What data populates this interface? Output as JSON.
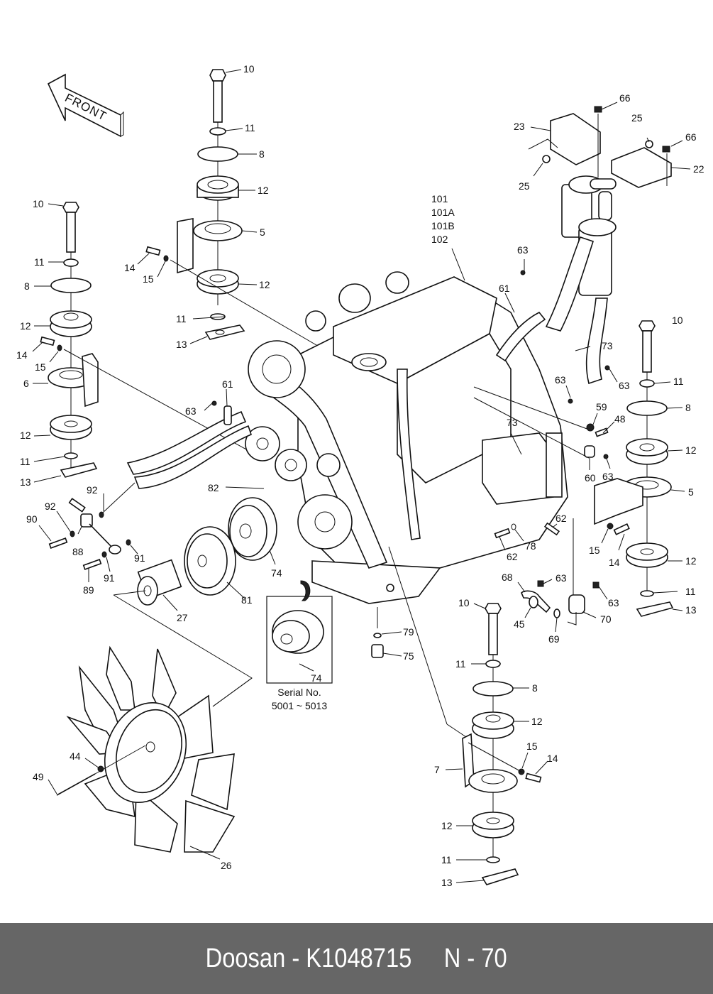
{
  "diagram": {
    "direction_label": "FRONT",
    "inset": {
      "part_number": "74",
      "caption_line1": "Serial No.",
      "caption_line2": "5001 ~ 5013"
    },
    "engine_group_labels": [
      "101",
      "101A",
      "101B",
      "102"
    ],
    "callouts": {
      "top_mount": {
        "bolt": "10",
        "washer_top": "11",
        "plate": "8",
        "rubber_top": "12",
        "bracket": "5",
        "rubber_bottom": "12",
        "washer_bottom": "11",
        "nut_plate": "13",
        "bolt_side": "14",
        "washer_side": "15"
      },
      "left_mount": {
        "bolt": "10",
        "washer_top": "11",
        "plate": "8",
        "rubber_top": "12",
        "bolt_side": "14",
        "washer_side": "15",
        "bracket": "6",
        "rubber_bottom": "12",
        "washer_bottom": "11",
        "nut_plate": "13"
      },
      "fuel_filter": {
        "bracket_left": "23",
        "bolt_top_left": "66",
        "screw_right": "25",
        "bolt_top_right": "66",
        "bracket_right": "22",
        "screw_left": "25"
      },
      "hoses": {
        "bolt_upper": "63",
        "clamp_upper": "61",
        "clamp_left": "61",
        "bolt_left": "63",
        "belt": "82"
      },
      "right_mount": {
        "bolt": "10",
        "washer_top": "11",
        "plate": "8",
        "rubber_top": "12",
        "bracket": "5",
        "washer_side": "15",
        "bolt_side": "14",
        "rubber_bottom": "12",
        "washer_bottom": "11",
        "nut_plate": "13"
      },
      "right_fittings": {
        "clamp_a": "73",
        "bolt_a": "63",
        "bolt_b": "63",
        "nut": "59",
        "bolt_c": "48",
        "clamp_b": "73",
        "sleeve": "60",
        "bolt_d": "63",
        "connector_a": "62",
        "connector_b": "62",
        "oring": "78"
      },
      "drain": {
        "valve": "68",
        "bolt": "63",
        "fitting": "45",
        "oring": "69",
        "bracket": "70",
        "bolt2": "63",
        "gasket": "79",
        "plug": "75"
      },
      "tensioner": {
        "washer_a": "92",
        "washer_b": "92",
        "bolt_a": "90",
        "arm": "88",
        "washer_c": "91",
        "washer_d": "91",
        "bolt_b": "89"
      },
      "pulleys": {
        "spacer": "27",
        "pulley_fan": "81",
        "pulley_water": "74"
      },
      "bottom_mount": {
        "bolt": "10",
        "washer_top": "11",
        "plate": "8",
        "rubber_top": "12",
        "washer_side": "15",
        "bolt_side": "14",
        "bracket": "7",
        "rubber_bottom": "12",
        "washer_bottom": "11",
        "nut_plate": "13"
      },
      "fan": {
        "washer": "44",
        "bolt": "49",
        "fan": "26"
      }
    }
  },
  "footer": {
    "brand": "Doosan",
    "separator": " - ",
    "part_number": "K1048715",
    "page_label": "N - 70"
  }
}
